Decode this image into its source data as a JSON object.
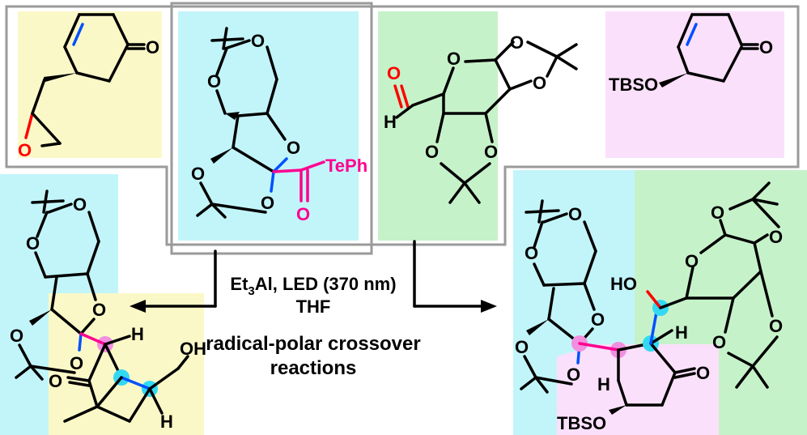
{
  "colors": {
    "yellow_bg": "#fbf8c7",
    "cyan_bg": "#c2f5fa",
    "green_bg": "#c6f2c9",
    "pink_bg": "#fbe0fb",
    "frame": "#9a9a9a",
    "magenta": "#ff0090",
    "blue": "#0050ff",
    "red": "#ff0000",
    "highlight_pink": "#f28fe0",
    "highlight_cyan": "#33d9f2"
  },
  "atoms": {
    "o": "O",
    "oh": "OH",
    "ho": "HO",
    "h": "H",
    "tbso": "TBSO",
    "teph": "TePh"
  },
  "conditions": {
    "reagent_line": "Et3Al, LED (370 nm)",
    "reagent_prefix": "Et",
    "reagent_sub": "3",
    "reagent_suffix": "Al, LED (370 nm)",
    "solvent": "THF",
    "title_line1": "radical-polar crossover",
    "title_line2": "reactions"
  }
}
